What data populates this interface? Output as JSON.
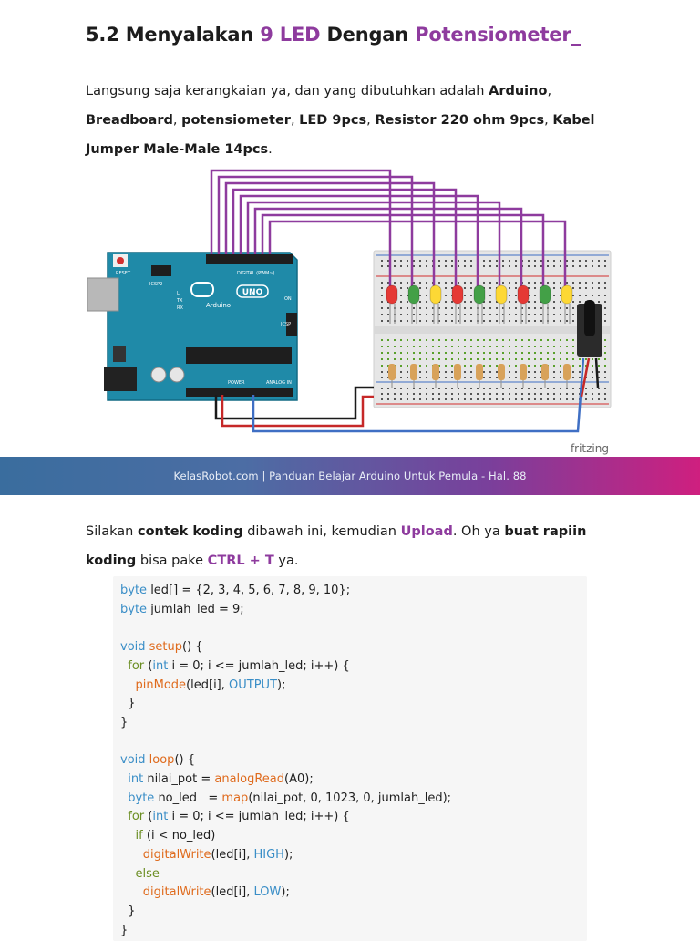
{
  "heading": {
    "prefix": "5.2 Menyalakan ",
    "highlight1": "9 LED",
    "middle": " Dengan ",
    "highlight2": "Potensiometer_"
  },
  "intro": {
    "t1": "Langsung saja kerangkaian ya, dan yang dibutuhkan adalah ",
    "b1": "Arduino",
    "t2": ", ",
    "b2": "Breadboard",
    "t3": ", ",
    "b3": "potensiometer",
    "t4": ", ",
    "b4": "LED 9pcs",
    "t5": ", ",
    "b5": "Resistor 220 ohm 9pcs",
    "t6": ", ",
    "b6": "Kabel Jumper Male-Male 14pcs",
    "t7": "."
  },
  "figure": {
    "watermark": "fritzing",
    "board_labels": {
      "uno": "UNO",
      "arduino": "Arduino",
      "reset": "RESET",
      "icsp": "ICSP",
      "icsp2": "ICSP2",
      "digital": "DIGITAL (PWM~)",
      "power": "POWER",
      "analog": "ANALOG IN",
      "tx": "TX",
      "rx": "RX",
      "l": "L",
      "on": "ON"
    },
    "led_colors": [
      "#e53935",
      "#43a047",
      "#fdd835",
      "#e53935",
      "#43a047",
      "#fdd835",
      "#e53935",
      "#43a047",
      "#fdd835"
    ],
    "wire_colors": {
      "signal": "#8e3b9e",
      "ground": "#1a1a1a",
      "vcc": "#c62828",
      "analog": "#3f6fc4"
    }
  },
  "footer": {
    "text": "KelasRobot.com | Panduan Belajar Arduino Untuk Pemula - Hal. 88"
  },
  "instruction": {
    "t1": "Silakan ",
    "b1": "contek koding",
    "t2": " dibawah ini, kemudian ",
    "h1": "Upload",
    "t3": ". Oh ya ",
    "b2": "buat rapiin koding",
    "t4": " bisa pake ",
    "h2": "CTRL + T",
    "t5": " ya."
  },
  "code": {
    "lines": [
      [
        [
          "kw",
          "byte"
        ],
        [
          "",
          "led[] = {2, 3, 4, 5, 6, 7, 8, 9, 10};"
        ]
      ],
      [
        [
          "kw",
          "byte"
        ],
        [
          "",
          "jumlah_led = 9;"
        ]
      ],
      [],
      [
        [
          "kw",
          "void"
        ],
        [
          "",
          ""
        ],
        [
          "fn",
          "setup"
        ],
        [
          "",
          "() {"
        ]
      ],
      [
        [
          "",
          "  "
        ],
        [
          "cf",
          "for"
        ],
        [
          "",
          " ("
        ],
        [
          "kw",
          "int"
        ],
        [
          "",
          " i = 0; i <= jumlah_led; i++) {"
        ]
      ],
      [
        [
          "",
          "    "
        ],
        [
          "fn",
          "pinMode"
        ],
        [
          "",
          "(led[i], "
        ],
        [
          "ct",
          "OUTPUT"
        ],
        [
          "",
          ");"
        ]
      ],
      [
        [
          "",
          "  }"
        ]
      ],
      [
        [
          "",
          "}"
        ]
      ],
      [],
      [
        [
          "kw",
          "void"
        ],
        [
          "",
          ""
        ],
        [
          "fn",
          "loop"
        ],
        [
          "",
          "() {"
        ]
      ],
      [
        [
          "",
          "  "
        ],
        [
          "kw",
          "int"
        ],
        [
          "",
          " nilai_pot = "
        ],
        [
          "fn",
          "analogRead"
        ],
        [
          "",
          "(A0);"
        ]
      ],
      [
        [
          "",
          "  "
        ],
        [
          "kw",
          "byte"
        ],
        [
          "",
          " no_led   = "
        ],
        [
          "fn",
          "map"
        ],
        [
          "",
          "(nilai_pot, 0, 1023, 0, jumlah_led);"
        ]
      ],
      [
        [
          "",
          "  "
        ],
        [
          "cf",
          "for"
        ],
        [
          "",
          " ("
        ],
        [
          "kw",
          "int"
        ],
        [
          "",
          " i = 0; i <= jumlah_led; i++) {"
        ]
      ],
      [
        [
          "",
          "    "
        ],
        [
          "cf",
          "if"
        ],
        [
          "",
          " (i < no_led)"
        ]
      ],
      [
        [
          "",
          "      "
        ],
        [
          "fn",
          "digitalWrite"
        ],
        [
          "",
          "(led[i], "
        ],
        [
          "ct",
          "HIGH"
        ],
        [
          "",
          ");"
        ]
      ],
      [
        [
          "",
          "    "
        ],
        [
          "cf",
          "else"
        ]
      ],
      [
        [
          "",
          "      "
        ],
        [
          "fn",
          "digitalWrite"
        ],
        [
          "",
          "(led[i], "
        ],
        [
          "ct",
          "LOW"
        ],
        [
          "",
          ");"
        ]
      ],
      [
        [
          "",
          "  }"
        ]
      ],
      [
        [
          "",
          "}"
        ]
      ]
    ]
  }
}
